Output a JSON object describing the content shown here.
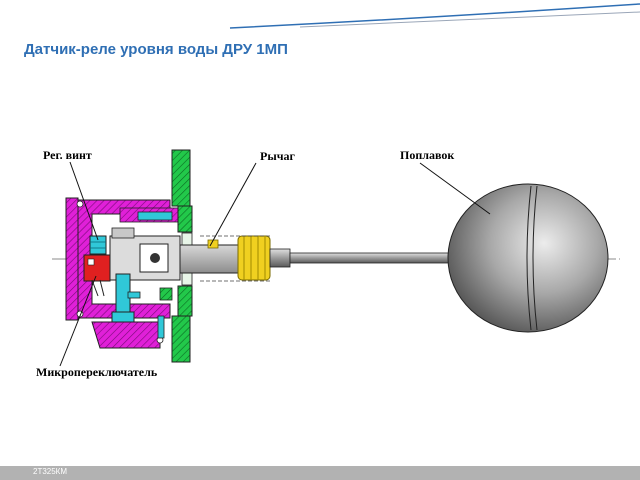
{
  "header": {
    "title": "Датчик-реле уровня воды ДРУ 1МП"
  },
  "labels": {
    "adjust_screw": "Рег. винт",
    "lever": "Рычаг",
    "float": "Поплавок",
    "microswitch": "Микропереключатель"
  },
  "footer": {
    "code": "2Т325КМ"
  },
  "colors": {
    "title": "#2f6fb4",
    "housing": "#e020d8",
    "flange": "#22c84a",
    "spring": "#f0d020",
    "switch": "#e02020",
    "screw": "#30c8d8",
    "footer": "#b2b2b2"
  }
}
